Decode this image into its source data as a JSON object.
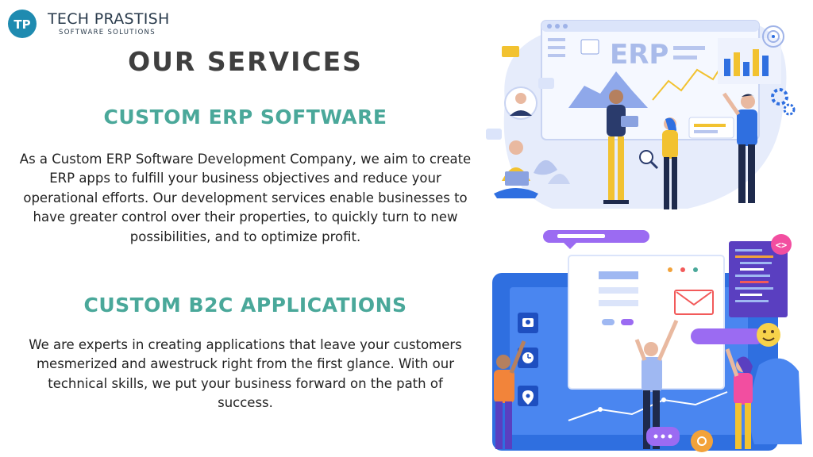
{
  "logo": {
    "initials": "TP",
    "title": "TECH PRASTISH",
    "subtitle": "SOFTWARE SOLUTIONS",
    "color": "#1f8bb0"
  },
  "page": {
    "title": "OUR SERVICES"
  },
  "sections": [
    {
      "title": "CUSTOM ERP SOFTWARE",
      "body": "As a Custom ERP Software Development Company, we aim to create ERP apps to fulfill your business objectives and reduce your operational efforts. Our development services enable businesses to have greater control over their properties, to quickly turn to new possibilities, and to optimize profit."
    },
    {
      "title": "CUSTOM B2C APPLICATIONS",
      "body": "We are experts in creating applications that leave your customers mesmerized and awestruck right from the first glance. With our technical skills, we put your business forward on the path of success."
    }
  ],
  "illustrations": {
    "erp_label": "ERP",
    "code_tag": "<>"
  },
  "colors": {
    "heading": "#3f3f3f",
    "accent_teal": "#4aa89a",
    "body_text": "#222222",
    "illustration_blue": "#2f6fe0",
    "illustration_light": "#e6ecfb"
  }
}
